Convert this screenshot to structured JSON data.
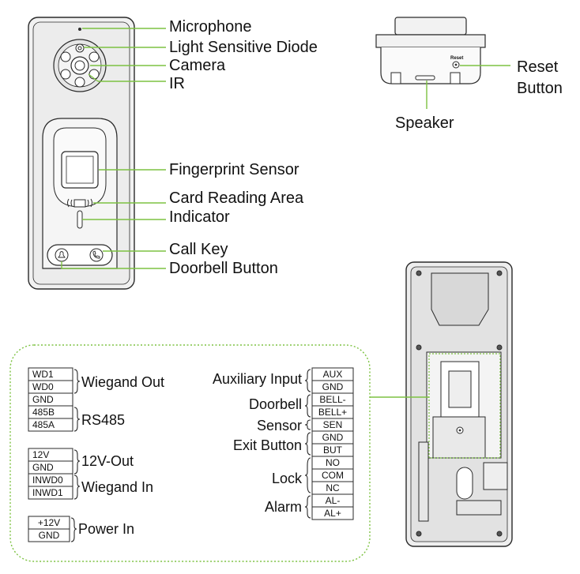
{
  "front_callouts": {
    "microphone": "Microphone",
    "light_sensitive_diode": "Light Sensitive Diode",
    "camera": "Camera",
    "ir": "IR",
    "fingerprint_sensor": "Fingerprint Sensor",
    "card_reading_area": "Card Reading Area",
    "indicator": "Indicator",
    "call_key": "Call Key",
    "doorbell_button": "Doorbell Button"
  },
  "top_view": {
    "reset_label": "Reset\nButton",
    "reset_tiny": "Reset",
    "speaker": "Speaker"
  },
  "left_terminals": {
    "group1_pins": [
      "WD1",
      "WD0",
      "GND",
      "485B",
      "485A"
    ],
    "wiegand_out": "Wiegand Out",
    "rs485": "RS485",
    "group2_pins": [
      "12V",
      "GND",
      "INWD0",
      "INWD1"
    ],
    "out_12v": "12V-Out",
    "wiegand_in": "Wiegand In",
    "group3_pins": [
      "+12V",
      "GND"
    ],
    "power_in": "Power In"
  },
  "right_terminals": {
    "pins": [
      "AUX",
      "GND",
      "BELL-",
      "BELL+",
      "SEN",
      "GND",
      "BUT",
      "NO",
      "COM",
      "NC",
      "AL-",
      "AL+"
    ],
    "auxiliary_input": "Auxiliary Input",
    "doorbell": "Doorbell",
    "sensor": "Sensor",
    "exit_button": "Exit Button",
    "lock": "Lock",
    "alarm": "Alarm"
  },
  "colors": {
    "accent": "#7dc242",
    "outline": "#2a2a2a",
    "body_fill": "#eeeeee"
  }
}
